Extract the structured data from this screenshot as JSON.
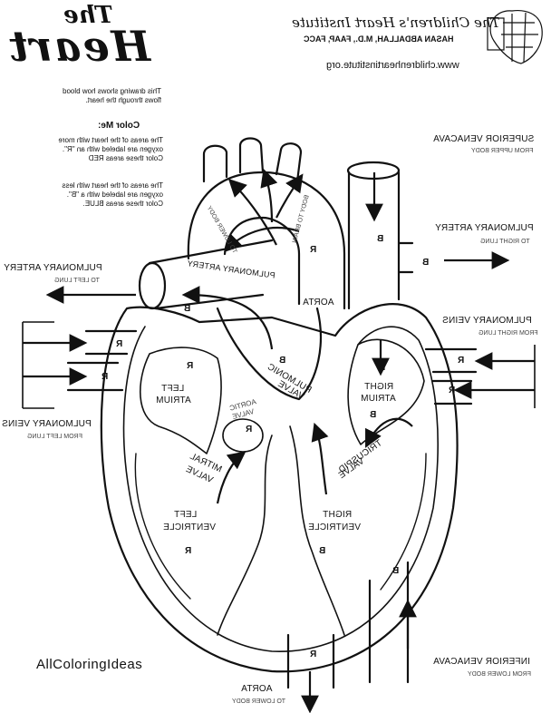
{
  "title": {
    "line1": "The",
    "line2": "Heart"
  },
  "institute": {
    "name": "The Children's Heart Institute",
    "doctor": "HASAN ABDALLAH, M.D., FAAP, FACC",
    "url": "www.childrenheartinstitute.org"
  },
  "intro": "This drawing shows how blood flows through the heart.",
  "color_me": {
    "heading": "Color Me:",
    "red": "The areas of the heart with more oxygen are labeled with an \"R\". Color these areas RED",
    "blue": "The areas of the heart with less oxygen are labeled with a \"B\". Color these areas BLUE."
  },
  "labels": {
    "superior_vena_cava": "SUPERIOR VENACAVA",
    "from_upper_body": "FROM UPPER BODY",
    "pulmonary_artery_right": "PULMONARY ARTERY",
    "to_right_lung": "TO RIGHT LUNG",
    "pulmonary_artery_left": "PULMONARY ARTERY",
    "to_left_lung": "TO LEFT LUNG",
    "pulmonary_veins_right": "PULMONARY VEINS",
    "from_right_lung": "FROM RIGHT LUNG",
    "pulmonary_veins_left": "PULMONARY VEINS",
    "from_left_lung": "FROM LEFT LUNG",
    "inferior_vena_cava": "INFERIOR VENACAVA",
    "from_lower_body": "FROM LOWER BODY",
    "aorta_bottom": "AORTA",
    "to_lower_body": "TO LOWER BODY",
    "aorta": "AORTA",
    "pulmonary_artery_inner": "PULMONARY ARTERY",
    "to_lower_body_arch": "TO LOWER BODY",
    "body_to_brain": "BODY TO BRAIN",
    "left_atrium_1": "LEFT",
    "left_atrium_2": "ATRIUM",
    "right_atrium_1": "RIGHT",
    "right_atrium_2": "ATRIUM",
    "left_ventricle_1": "LEFT",
    "left_ventricle_2": "VENTRICLE",
    "right_ventricle_1": "RIGHT",
    "right_ventricle_2": "VENTRICLE",
    "pulmonic_valve_1": "PULMONIC",
    "pulmonic_valve_2": "VALVE",
    "aortic_valve_1": "AORTIC",
    "aortic_valve_2": "VALVE",
    "mitral_valve_1": "MITRAL",
    "mitral_valve_2": "VALVE",
    "tricuspid_valve_1": "TRICUSPID",
    "tricuspid_valve_2": "VALVE"
  },
  "tags": {
    "r": "R",
    "b": "B"
  },
  "watermark": "AllColoringIdeas"
}
